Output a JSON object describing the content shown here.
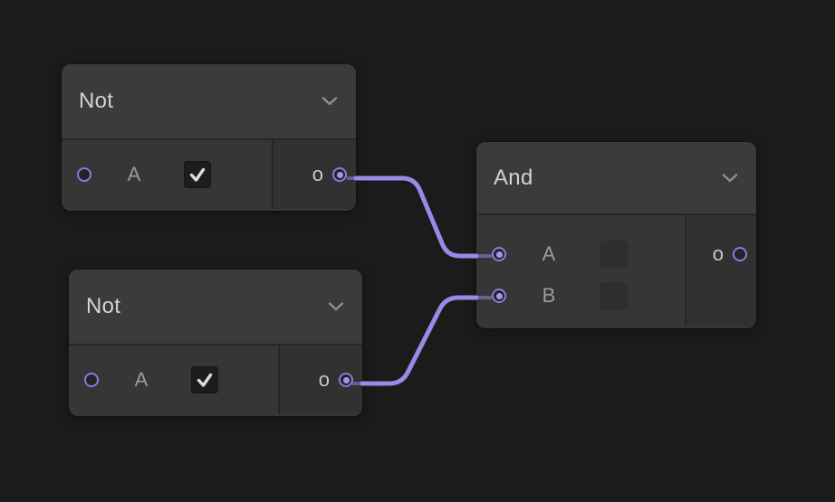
{
  "colors": {
    "canvas_background": "#1b1b1c",
    "node_header": "#3b3b3b",
    "node_body": "#363636",
    "accent_purple": "#9a89e6"
  },
  "nodes": {
    "not1": {
      "title": "Not",
      "input_label": "A",
      "input_checked": true,
      "input_connected": false,
      "output_label": "o",
      "output_connected": true,
      "collapse_icon": "chevron-down"
    },
    "not2": {
      "title": "Not",
      "input_label": "A",
      "input_checked": true,
      "input_connected": false,
      "output_label": "o",
      "output_connected": true,
      "collapse_icon": "chevron-down"
    },
    "and1": {
      "title": "And",
      "input_a_label": "A",
      "input_b_label": "B",
      "inputs_connected": true,
      "output_label": "o",
      "output_connected": false,
      "collapse_icon": "chevron-down"
    }
  },
  "wires": [
    {
      "from": "not1.output.o",
      "to": "and1.input.A"
    },
    {
      "from": "not2.output.o",
      "to": "and1.input.B"
    }
  ]
}
